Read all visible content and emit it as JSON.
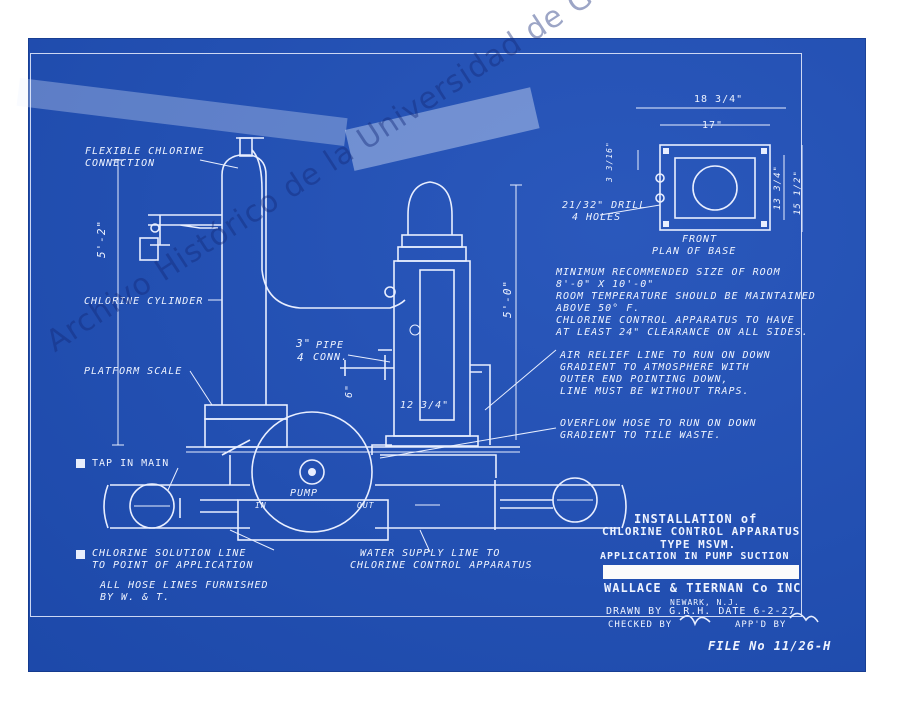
{
  "watermark": "Archivo Histórico de la Universidad de Guanajuato",
  "labels": {
    "flexible_chlorine": "FLEXIBLE CHLORINE",
    "connection": "CONNECTION",
    "height_left": "5'-2\"",
    "chlorine_cylinder": "CHLORINE CYLINDER",
    "platform_scale": "PLATFORM SCALE",
    "pipe_size_num": "3\"",
    "pipe_size_den": "4",
    "pipe_word": "PIPE",
    "conn_word": "CONN.",
    "height_right": "5'-0\"",
    "dim_12": "12 3/4\"",
    "dim_6": "6\"",
    "pump": "PUMP",
    "in": "IN",
    "out": "OUT",
    "tap_in_main": "TAP IN MAIN",
    "solution_line_1": "CHLORINE SOLUTION LINE",
    "solution_line_2": "TO POINT OF APPLICATION",
    "water_supply_1": "WATER SUPPLY LINE TO",
    "water_supply_2": "CHLORINE CONTROL APPARATUS",
    "hose_lines_1": "ALL HOSE LINES FURNISHED",
    "hose_lines_2": "BY W. & T.",
    "dim_18": "18 3/4\"",
    "dim_17": "17\"",
    "dim_3_16": "3 3/16\"",
    "dim_13": "13 3/4\"",
    "dim_15": "15 1/2\"",
    "drill_1": "21/32\" DRILL",
    "drill_2": "4 HOLES",
    "front_1": "FRONT",
    "front_2": "PLAN OF BASE",
    "note_room_1": "MINIMUM RECOMMENDED SIZE OF ROOM",
    "note_room_2": "8'-0\" X 10'-0\"",
    "note_room_3": "ROOM TEMPERATURE SHOULD BE MAINTAINED",
    "note_room_4": "ABOVE 50° F.",
    "note_room_5": "CHLORINE CONTROL APPARATUS TO HAVE",
    "note_room_6": "AT LEAST 24\" CLEARANCE ON ALL SIDES.",
    "note_air_1": "AIR RELIEF LINE TO RUN ON DOWN",
    "note_air_2": "GRADIENT TO ATMOSPHERE WITH",
    "note_air_3": "OUTER END POINTING DOWN,",
    "note_air_4": "LINE MUST BE WITHOUT TRAPS.",
    "note_overflow_1": "OVERFLOW HOSE TO RUN ON DOWN",
    "note_overflow_2": "GRADIENT TO TILE WASTE."
  },
  "title_block": {
    "line1": "INSTALLATION of",
    "line2": "CHLORINE CONTROL APPARATUS",
    "line3": "TYPE MSVM.",
    "line4": "APPLICATION IN PUMP SUCTION",
    "company": "WALLACE & TIERNAN Co INC",
    "city": "NEWARK, N.J.",
    "drawn": "DRAWN BY G.R.H. DATE 6-2-27",
    "checked": "CHECKED BY",
    "approved": "APP'D BY",
    "file": "FILE No 11/26-H"
  },
  "colors": {
    "blueprint": "#1f4fb8",
    "line": "#e8eeff"
  }
}
